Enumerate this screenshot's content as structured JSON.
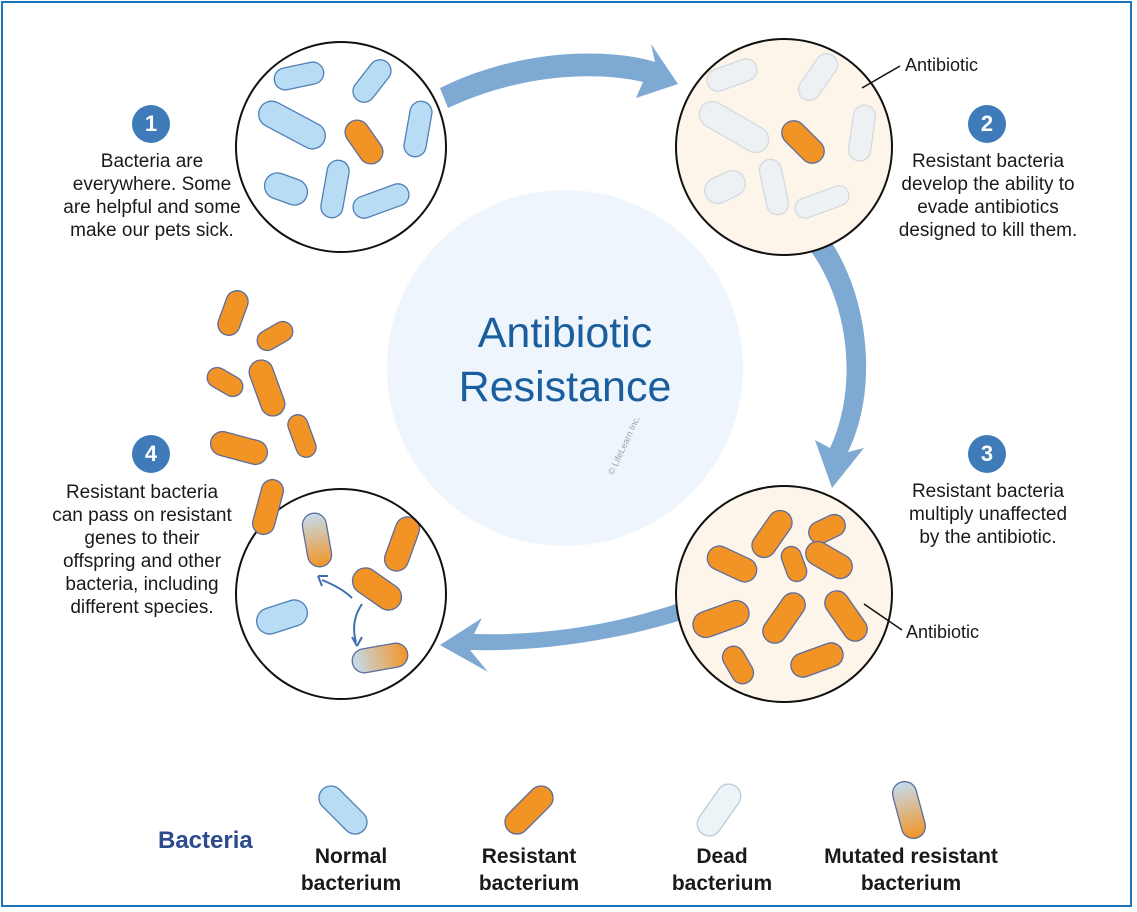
{
  "title": "Antibiotic\nResistance",
  "copyright": "© LifeLearn Inc.",
  "steps": [
    {
      "number": "1",
      "text": "Bacteria are\neverywhere. Some\nare helpful and some\nmake our pets sick."
    },
    {
      "number": "2",
      "text": "Resistant bacteria\ndevelop the ability to\nevade antibiotics\ndesigned to kill them."
    },
    {
      "number": "3",
      "text": "Resistant bacteria\nmultiply unaffected\nby the antibiotic."
    },
    {
      "number": "4",
      "text": "Resistant bacteria\ncan pass on resistant\ngenes to their\noffspring and other\nbacteria, including\ndifferent species."
    }
  ],
  "callouts": {
    "antibiotic_top": "Antibiotic",
    "antibiotic_bottom": "Antibiotic"
  },
  "legend": {
    "title": "Bacteria",
    "items": [
      {
        "label": "Normal\nbacterium",
        "icon": "normal-bacterium-icon"
      },
      {
        "label": "Resistant\nbacterium",
        "icon": "resistant-bacterium-icon"
      },
      {
        "label": "Dead\nbacterium",
        "icon": "dead-bacterium-icon"
      },
      {
        "label": "Mutated resistant\nbacterium",
        "icon": "mutated-bacterium-icon"
      }
    ]
  },
  "colors": {
    "frame": "#1b75bb",
    "title": "#1b5e9e",
    "badge": "#3f7bb8",
    "arrow": "#7ea9d2",
    "center_circle": "#eef5fc",
    "normal_fill": "#b9dcf5",
    "normal_stroke": "#4f7fb6",
    "resistant_fill": "#f29425",
    "resistant_stroke": "#5c6c9c",
    "dead_fill": "#eef1f3",
    "dead_stroke": "#d4dadf",
    "antibiotic_bg": "#fdf5ea"
  }
}
